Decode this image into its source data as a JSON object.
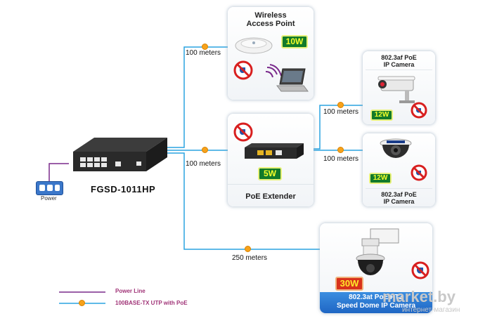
{
  "ap": {
    "title_line1": "Wireless",
    "title_line2": "Access Point",
    "watt": "10W"
  },
  "extender": {
    "title": "PoE Extender",
    "watt": "5W"
  },
  "camera1": {
    "title_line1": "802.3af PoE",
    "title_line2": "IP Camera",
    "watt": "12W"
  },
  "camera2": {
    "title_line1": "802.3af PoE",
    "title_line2": "IP Camera",
    "watt": "12W"
  },
  "ptz": {
    "title_line1": "802.3at PoE PTZ",
    "title_line2": "Speed Dome IP Camera",
    "watt": "30W"
  },
  "switch": {
    "model": "FGSD-1011HP"
  },
  "power": {
    "label": "Power"
  },
  "links": {
    "ap": "100 meters",
    "extender": "100 meters",
    "camera1": "100 meters",
    "camera2": "100 meters",
    "ptz": "250 meters"
  },
  "legend": {
    "power_line": "Power Line",
    "utp": "100BASE-TX UTP with PoE"
  },
  "watermark": {
    "brand": "market.by",
    "sub": "интернет-магазин"
  },
  "colors": {
    "utp": "#2aa3e0",
    "power": "#7a2a8c",
    "connector": "#f7a21b"
  }
}
